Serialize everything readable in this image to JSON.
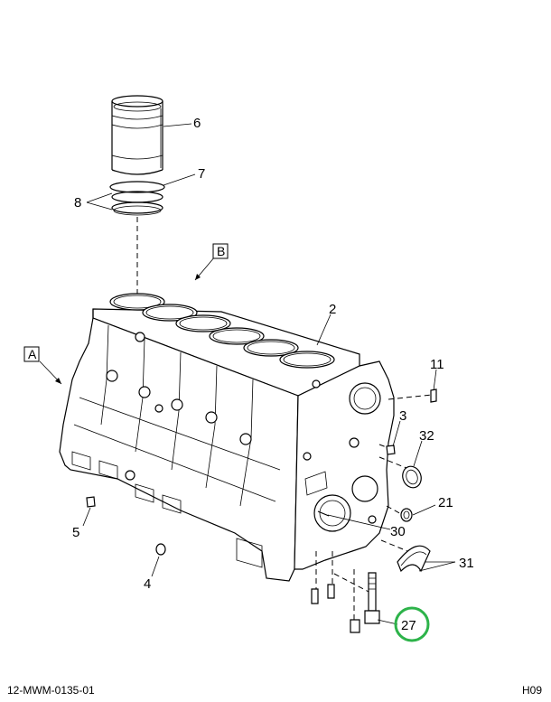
{
  "callouts": {
    "c6": "6",
    "c7": "7",
    "c8": "8",
    "c2": "2",
    "c11": "11",
    "c3": "3",
    "c32": "32",
    "c21": "21",
    "c30": "30",
    "c31": "31",
    "c27": "27",
    "c5": "5",
    "c4": "4"
  },
  "refs": {
    "a": "A",
    "b": "B"
  },
  "footer": {
    "left": "12-MWM-0135-01",
    "right": "H09"
  },
  "highlight_color": "#2db34a"
}
